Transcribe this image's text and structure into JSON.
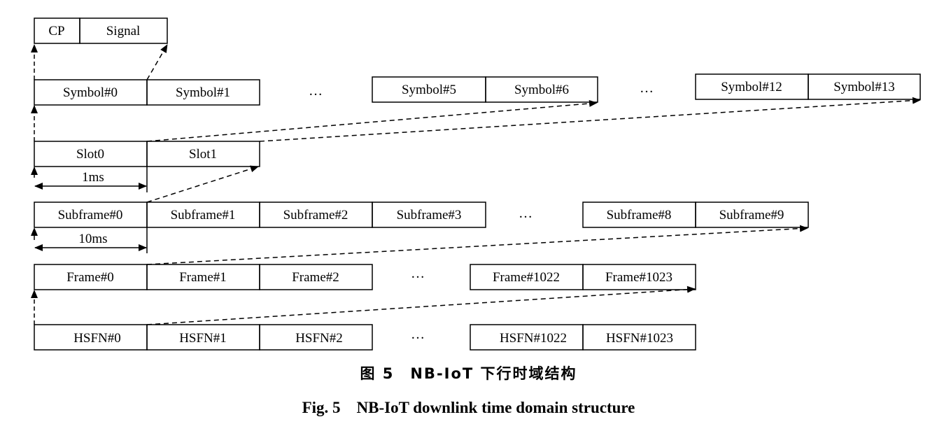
{
  "rows": {
    "cp": [
      "CP",
      "Signal"
    ],
    "symbol": [
      "Symbol#0",
      "Symbol#1",
      "Symbol#5",
      "Symbol#6",
      "Symbol#12",
      "Symbol#13"
    ],
    "slot": [
      "Slot0",
      "Slot1"
    ],
    "subframe": [
      "Subframe#0",
      "Subframe#1",
      "Subframe#2",
      "Subframe#3",
      "Subframe#8",
      "Subframe#9"
    ],
    "frame": [
      "Frame#0",
      "Frame#1",
      "Frame#2",
      "Frame#1022",
      "Frame#1023"
    ],
    "hsfn": [
      "HSFN#0",
      "HSFN#1",
      "HSFN#2",
      "HSFN#1022",
      "HSFN#1023"
    ]
  },
  "ellipsis": "…",
  "dimensions": {
    "slot_duration": "1ms",
    "frame_duration": "10ms"
  },
  "caption": {
    "chinese": "图 5　NB-IoT 下行时域结构",
    "english": "Fig. 5　NB-IoT downlink time domain structure"
  }
}
